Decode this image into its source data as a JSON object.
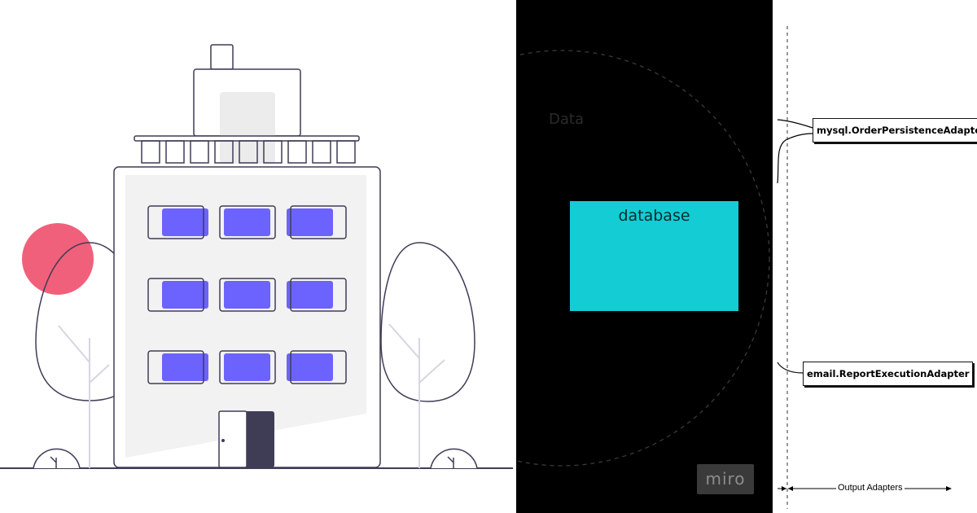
{
  "illustration": {
    "colors": {
      "accent_window": "#6c63ff",
      "sun": "#f1607b",
      "outline": "#3f3d56",
      "facade_shade": "#f2f2f2"
    }
  },
  "diagram": {
    "data_label": "Data",
    "database_label": "database",
    "database_color": "#14cdd4",
    "watermark": "miro"
  },
  "adapters": {
    "items": [
      {
        "label": "mysql.OrderPersistenceAdapter"
      },
      {
        "label": "email.ReportExecutionAdapter"
      }
    ],
    "output_label": "Output Adapters"
  }
}
